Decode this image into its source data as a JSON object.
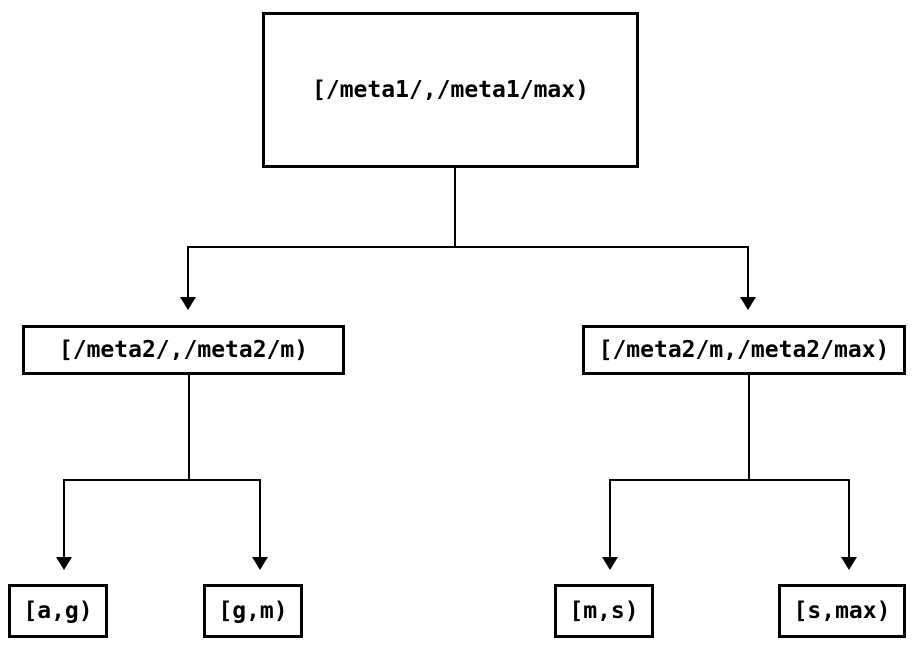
{
  "diagram": {
    "type": "tree",
    "colors": {
      "background": "#ffffff",
      "line": "#000000",
      "box_border": "#000000",
      "text": "#000000"
    },
    "nodes": {
      "root": {
        "label": "[/meta1/,/meta1/max)"
      },
      "meta2_low": {
        "label": "[/meta2/,/meta2/m)"
      },
      "meta2_high": {
        "label": "[/meta2/m,/meta2/max)"
      },
      "leaf_ag": {
        "label": "[a,g)"
      },
      "leaf_gm": {
        "label": "[g,m)"
      },
      "leaf_ms": {
        "label": "[m,s)"
      },
      "leaf_smax": {
        "label": "[s,max)"
      }
    },
    "edges": [
      {
        "from": "root",
        "to": "meta2_low"
      },
      {
        "from": "root",
        "to": "meta2_high"
      },
      {
        "from": "meta2_low",
        "to": "leaf_ag"
      },
      {
        "from": "meta2_low",
        "to": "leaf_gm"
      },
      {
        "from": "meta2_high",
        "to": "leaf_ms"
      },
      {
        "from": "meta2_high",
        "to": "leaf_smax"
      }
    ]
  }
}
